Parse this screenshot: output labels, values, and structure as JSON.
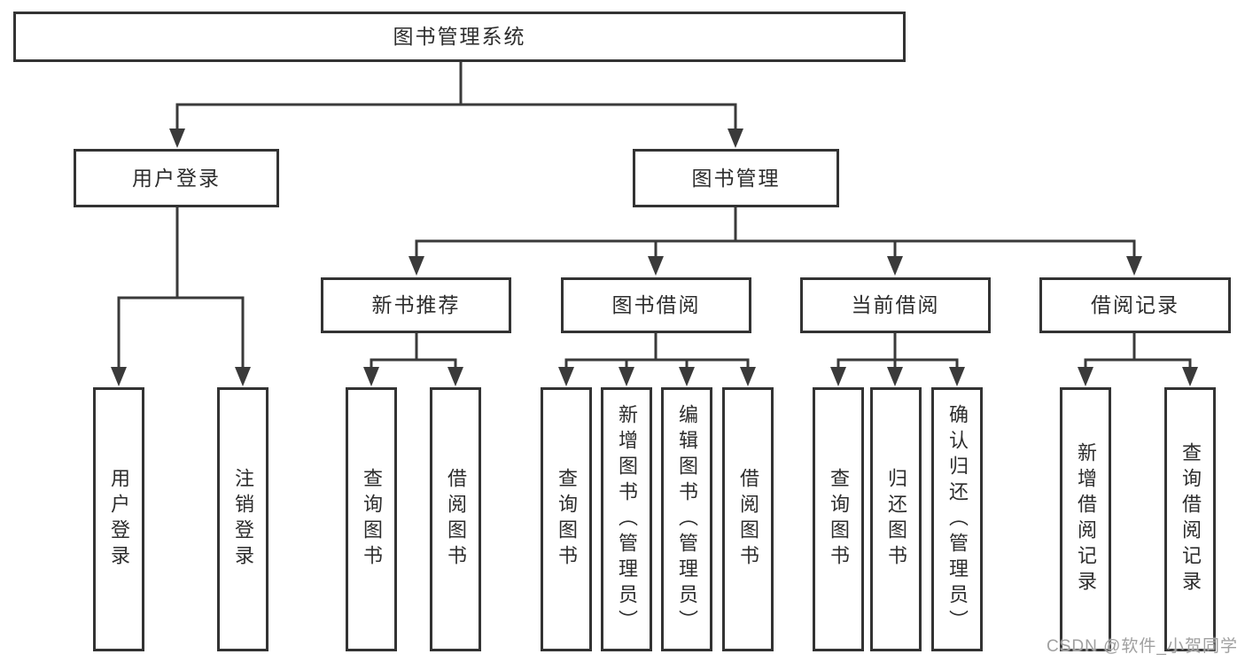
{
  "diagram": {
    "root": {
      "label": "图书管理系统"
    },
    "branches": [
      {
        "label": "用户登录",
        "children": [
          "用户登录",
          "注销登录"
        ]
      },
      {
        "label": "图书管理",
        "children": [
          {
            "label": "新书推荐",
            "children": [
              "查询图书",
              "借阅图书"
            ]
          },
          {
            "label": "图书借阅",
            "children": [
              "查询图书",
              "新增图书（管理员）",
              "编辑图书（管理员）",
              "借阅图书"
            ]
          },
          {
            "label": "当前借阅",
            "children": [
              "查询图书",
              "归还图书",
              "确认归还（管理员）"
            ]
          },
          {
            "label": "借阅记录",
            "children": [
              "新增借阅记录",
              "查询借阅记录"
            ]
          }
        ]
      }
    ]
  },
  "watermark": {
    "text": "CSDN @软件_小贺同学"
  },
  "colors": {
    "line": "#3a3a3a",
    "border": "#333333",
    "text": "#2d2d2d",
    "watermark": "#a0a0a0",
    "background": "#ffffff"
  }
}
